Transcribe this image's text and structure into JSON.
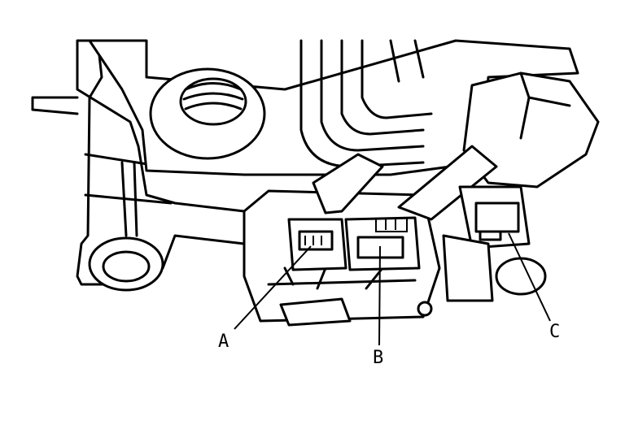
{
  "diagram": {
    "callouts": [
      {
        "id": "A",
        "label": "A",
        "target": "connector-a"
      },
      {
        "id": "B",
        "label": "B",
        "target": "connector-b"
      },
      {
        "id": "C",
        "label": "C",
        "target": "connector-c"
      }
    ],
    "colors": {
      "line": "#000000",
      "background": "#ffffff"
    }
  }
}
